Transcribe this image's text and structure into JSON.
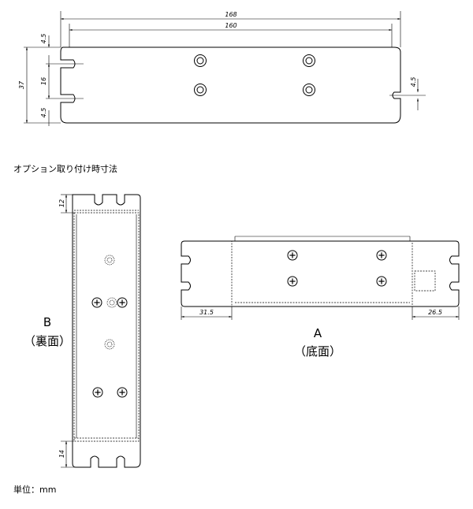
{
  "top_view": {
    "dim_overall": "168",
    "dim_inner": "160",
    "dim_height": "37",
    "dim_slot_gap": "16",
    "dim_top_margin": "4.5",
    "dim_bottom_margin": "4.5",
    "dim_right_slot": "4.5"
  },
  "section_caption": "オプション取り付け時寸法",
  "view_b": {
    "dim_top": "12",
    "dim_bottom": "14",
    "label_letter": "B",
    "label_text": "（裏面）"
  },
  "view_a": {
    "dim_left": "31.5",
    "dim_right": "26.5",
    "label_letter": "A",
    "label_text": "（底面）"
  },
  "unit_label": "単位：mm"
}
